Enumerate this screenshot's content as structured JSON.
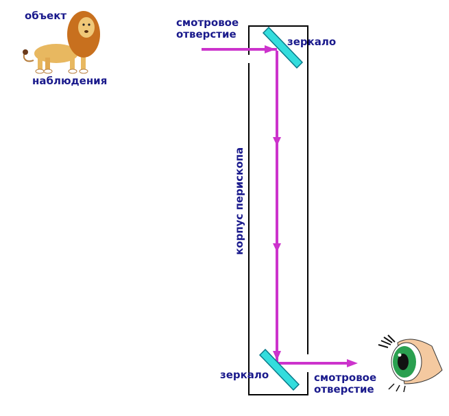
{
  "labels": {
    "object_line1": "объект",
    "object_line2": "наблюдения",
    "top_opening_line1": "смотровое",
    "top_opening_line2": "отверстие",
    "top_mirror": "зеркало",
    "body": "корпус перископа",
    "bottom_mirror": "зеркало",
    "bottom_opening_line1": "смотровое",
    "bottom_opening_line2": "отверстие"
  },
  "colors": {
    "text": "#1a1a8c",
    "beam": "#cc33cc",
    "mirror_fill": "#33dddd",
    "outline": "#000000"
  },
  "icons": {
    "object": "lion-icon",
    "observer": "eye-icon"
  }
}
